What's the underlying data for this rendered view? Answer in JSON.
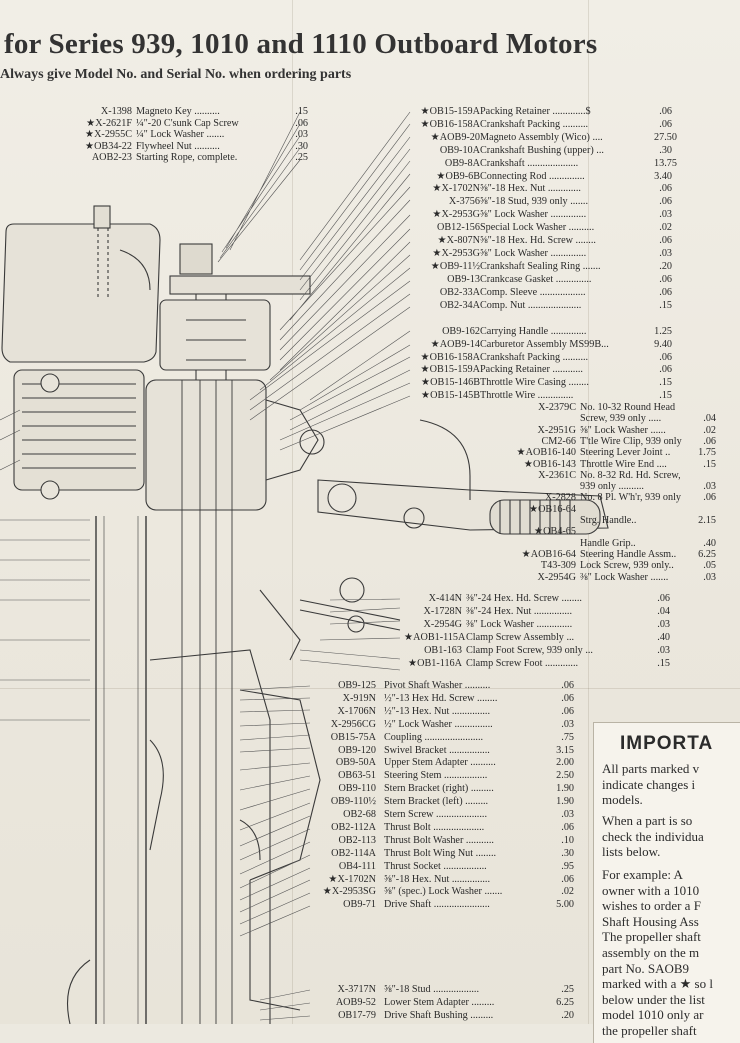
{
  "header": {
    "title": "for Series 939, 1010 and 1110 Outboard Motors",
    "subtitle": "Always give Model No. and Serial No. when ordering parts"
  },
  "parts_left_top": [
    {
      "pn": "X-1398",
      "desc": "Magneto Key ..........",
      "price": ".15"
    },
    {
      "pn": "★X-2621F",
      "desc": "¼\"-20 C'sunk Cap Screw",
      "price": ".06"
    },
    {
      "pn": "★X-2955C",
      "desc": "¼\" Lock Washer .......",
      "price": ".03"
    },
    {
      "pn": "★OB34-22",
      "desc": "Flywheel Nut ..........",
      "price": ".30"
    },
    {
      "pn": "AOB2-23",
      "desc": "Starting Rope, complete.",
      "price": ".25"
    }
  ],
  "parts_right_a": [
    {
      "pn": "★OB15-159A",
      "desc": "Packing Retainer .............$",
      "price": ".06"
    },
    {
      "pn": "★OB16-158A",
      "desc": "Crankshaft Packing ..........",
      "price": ".06"
    },
    {
      "pn": "★AOB9-20",
      "desc": "Magneto Assembly (Wico) ....",
      "price": "27.50"
    },
    {
      "pn": "OB9-10A",
      "desc": "Crankshaft Bushing (upper) ...",
      "price": ".30"
    },
    {
      "pn": "OB9-8A",
      "desc": "Crankshaft ....................",
      "price": "13.75"
    },
    {
      "pn": "★OB9-6B",
      "desc": "Connecting Rod ..............",
      "price": "3.40"
    },
    {
      "pn": "★X-1702N",
      "desc": "⅝\"-18 Hex. Nut .............",
      "price": ".06"
    },
    {
      "pn": "X-3756",
      "desc": "⅝\"-18 Stud, 939 only .......",
      "price": ".06"
    },
    {
      "pn": "★X-2953G",
      "desc": "⅝\" Lock Washer ..............",
      "price": ".03"
    },
    {
      "pn": "OB12-156",
      "desc": "Special Lock Washer ..........",
      "price": ".02"
    },
    {
      "pn": "★X-807N",
      "desc": "⅝\"-18 Hex. Hd. Screw ........",
      "price": ".06"
    },
    {
      "pn": "★X-2953G",
      "desc": "⅝\" Lock Washer ..............",
      "price": ".03"
    },
    {
      "pn": "★OB9-11½",
      "desc": "Crankshaft Sealing Ring .......",
      "price": ".20"
    },
    {
      "pn": "OB9-13",
      "desc": "Crankcase Gasket ..............",
      "price": ".06"
    },
    {
      "pn": "OB2-33A",
      "desc": "Comp. Sleeve ..................",
      "price": ".06"
    },
    {
      "pn": "OB2-34A",
      "desc": "Comp. Nut .....................",
      "price": ".15"
    }
  ],
  "parts_right_b": [
    {
      "pn": "OB9-162",
      "desc": "Carrying Handle ..............",
      "price": "1.25"
    },
    {
      "pn": "★AOB9-14",
      "desc": "Carburetor Assembly MS99B...",
      "price": "9.40"
    },
    {
      "pn": "★OB16-158A",
      "desc": "Crankshaft Packing ..........",
      "price": ".06"
    },
    {
      "pn": "★OB15-159A",
      "desc": "Packing Retainer ............",
      "price": ".06"
    },
    {
      "pn": "★OB15-146B",
      "desc": "Throttle Wire Casing ........",
      "price": ".15"
    },
    {
      "pn": "★OB15-145B",
      "desc": "Throttle Wire ..............",
      "price": ".15"
    }
  ],
  "parts_steering": [
    {
      "pn": "X-2379C",
      "desc": "No. 10-32 Round Head",
      "price": ""
    },
    {
      "pn": "",
      "desc": "Screw, 939 only .....",
      "price": ".04"
    },
    {
      "pn": "X-2951G",
      "desc": "⅝\" Lock Washer ......",
      "price": ".02"
    },
    {
      "pn": "CM2-66",
      "desc": "T'tle Wire Clip, 939 only",
      "price": ".06"
    },
    {
      "pn": "★AOB16-140",
      "desc": "Steering Lever Joint ..",
      "price": "1.75"
    },
    {
      "pn": "★OB16-143",
      "desc": "Throttle Wire End ....",
      "price": ".15"
    },
    {
      "pn": "X-2361C",
      "desc": "No. 8-32 Rd. Hd. Screw,",
      "price": ""
    },
    {
      "pn": "",
      "desc": "939 only ..........",
      "price": ".03"
    },
    {
      "pn": "X-2828",
      "desc": "No. 8 Pl. W'h'r, 939 only",
      "price": ".06"
    },
    {
      "pn": "★OB16-64",
      "desc": "",
      "price": ""
    },
    {
      "pn": "",
      "desc": "Strg. Handle..",
      "price": "2.15"
    },
    {
      "pn": "★OB4-65",
      "desc": "",
      "price": ""
    },
    {
      "pn": "",
      "desc": "Handle Grip..",
      "price": ".40"
    },
    {
      "pn": "★AOB16-64",
      "desc": "Steering Handle Assm..",
      "price": "6.25"
    },
    {
      "pn": "T43-309",
      "desc": "Lock Screw, 939 only..",
      "price": ".05"
    },
    {
      "pn": "X-2954G",
      "desc": "⅜\" Lock Washer .......",
      "price": ".03"
    }
  ],
  "parts_clamp": [
    {
      "pn": "X-414N",
      "desc": "⅜\"-24 Hex. Hd. Screw ........",
      "price": ".06"
    },
    {
      "pn": "X-1728N",
      "desc": "⅜\"-24 Hex. Nut ...............",
      "price": ".04"
    },
    {
      "pn": "X-2954G",
      "desc": "⅜\" Lock Washer ..............",
      "price": ".03"
    },
    {
      "pn": "★AOB1-115A",
      "desc": "Clamp Screw Assembly ...",
      "price": ".40"
    },
    {
      "pn": "OB1-163",
      "desc": "Clamp Foot Screw, 939 only ...",
      "price": ".03"
    },
    {
      "pn": "★OB1-116A",
      "desc": "Clamp Screw Foot .............",
      "price": ".15"
    }
  ],
  "parts_lower": [
    {
      "pn": "OB9-125",
      "desc": "Pivot Shaft Washer ..........",
      "price": ".06"
    },
    {
      "pn": "X-919N",
      "desc": "½\"-13 Hex Hd. Screw ........",
      "price": ".06"
    },
    {
      "pn": "X-1706N",
      "desc": "½\"-13 Hex. Nut ...............",
      "price": ".06"
    },
    {
      "pn": "X-2956CG",
      "desc": "½\" Lock Washer ...............",
      "price": ".03"
    },
    {
      "pn": "OB15-75A",
      "desc": "Coupling .......................",
      "price": ".75"
    },
    {
      "pn": "OB9-120",
      "desc": "Swivel Bracket ................",
      "price": "3.15"
    },
    {
      "pn": "OB9-50A",
      "desc": "Upper Stem Adapter ..........",
      "price": "2.00"
    },
    {
      "pn": "OB63-51",
      "desc": "Steering Stem .................",
      "price": "2.50"
    },
    {
      "pn": "OB9-110",
      "desc": "Stern Bracket (right) .........",
      "price": "1.90"
    },
    {
      "pn": "OB9-110½",
      "desc": "Stern Bracket (left) .........",
      "price": "1.90"
    },
    {
      "pn": "OB2-68",
      "desc": "Stern Screw ....................",
      "price": ".03"
    },
    {
      "pn": "OB2-112A",
      "desc": "Thrust Bolt ....................",
      "price": ".06"
    },
    {
      "pn": "OB2-113",
      "desc": "Thrust Bolt Washer ...........",
      "price": ".10"
    },
    {
      "pn": "OB2-114A",
      "desc": "Thrust Bolt Wing Nut ........",
      "price": ".30"
    },
    {
      "pn": "OB4-111",
      "desc": "Thrust Socket .................",
      "price": ".95"
    },
    {
      "pn": "★X-1702N",
      "desc": "⅝\"-18 Hex. Nut ...............",
      "price": ".06"
    },
    {
      "pn": "★X-2953SG",
      "desc": "⅝\" (spec.) Lock Washer .......",
      "price": ".02"
    },
    {
      "pn": "OB9-71",
      "desc": "Drive Shaft ......................",
      "price": "5.00"
    }
  ],
  "parts_bottom": [
    {
      "pn": "X-3717N",
      "desc": "⅝\"-18 Stud ..................",
      "price": ".25"
    },
    {
      "pn": "AOB9-52",
      "desc": "Lower Stem Adapter .........",
      "price": "6.25"
    },
    {
      "pn": "OB17-79",
      "desc": "Drive Shaft Bushing .........",
      "price": ".20"
    }
  ],
  "important": {
    "heading": "IMPORTA",
    "p1": [
      "All parts marked v",
      "indicate changes i",
      "models."
    ],
    "p2": [
      "When a part is so",
      "check the individua",
      "lists below."
    ],
    "p3": [
      "For example: A",
      "owner with a 1010",
      "wishes to order a F",
      "Shaft Housing Ass",
      "The propeller shaft",
      "assembly on the m",
      "part No. SAOB9",
      "marked with a ★ so l",
      "below under the list",
      "model 1010 only ar",
      "the propeller shaft"
    ]
  }
}
